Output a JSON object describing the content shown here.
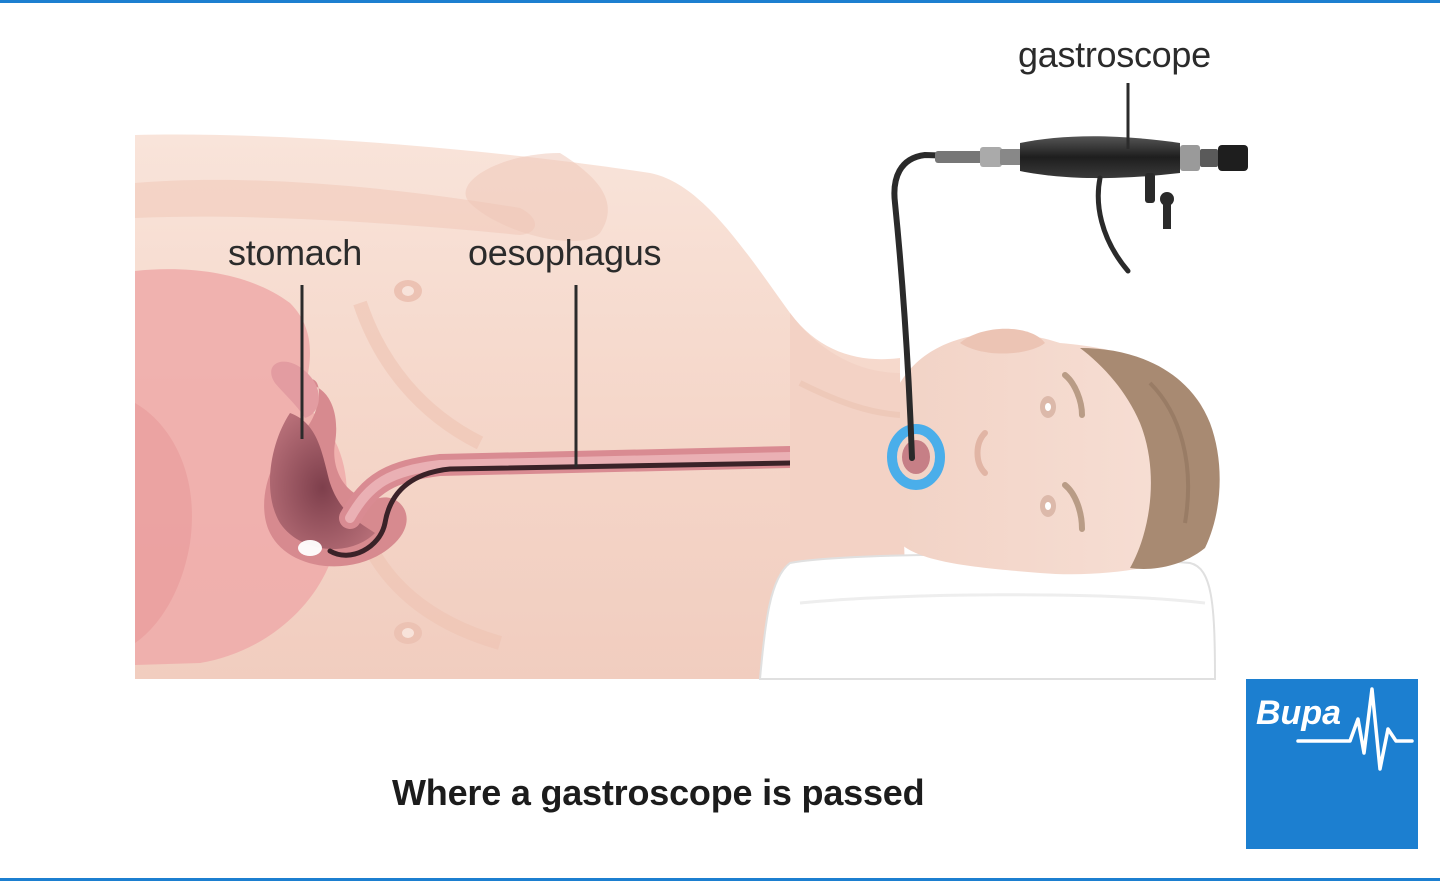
{
  "labels": {
    "stomach": "stomach",
    "oesophagus": "oesophagus",
    "gastroscope": "gastroscope"
  },
  "caption": "Where a gastroscope is passed",
  "logo": {
    "text": "Bupa",
    "icon": "heartbeat-icon"
  },
  "colors": {
    "border": "#1c7fd0",
    "logo_background": "#1c7fd0",
    "skin": "#f6d9cd",
    "organ": "#e9a8a8",
    "stomach_inner": "#9c5a64",
    "scope": "#2a2a2a",
    "mouthguard": "#4aaeea",
    "hair": "#a88a72",
    "pillow": "#ffffff"
  }
}
